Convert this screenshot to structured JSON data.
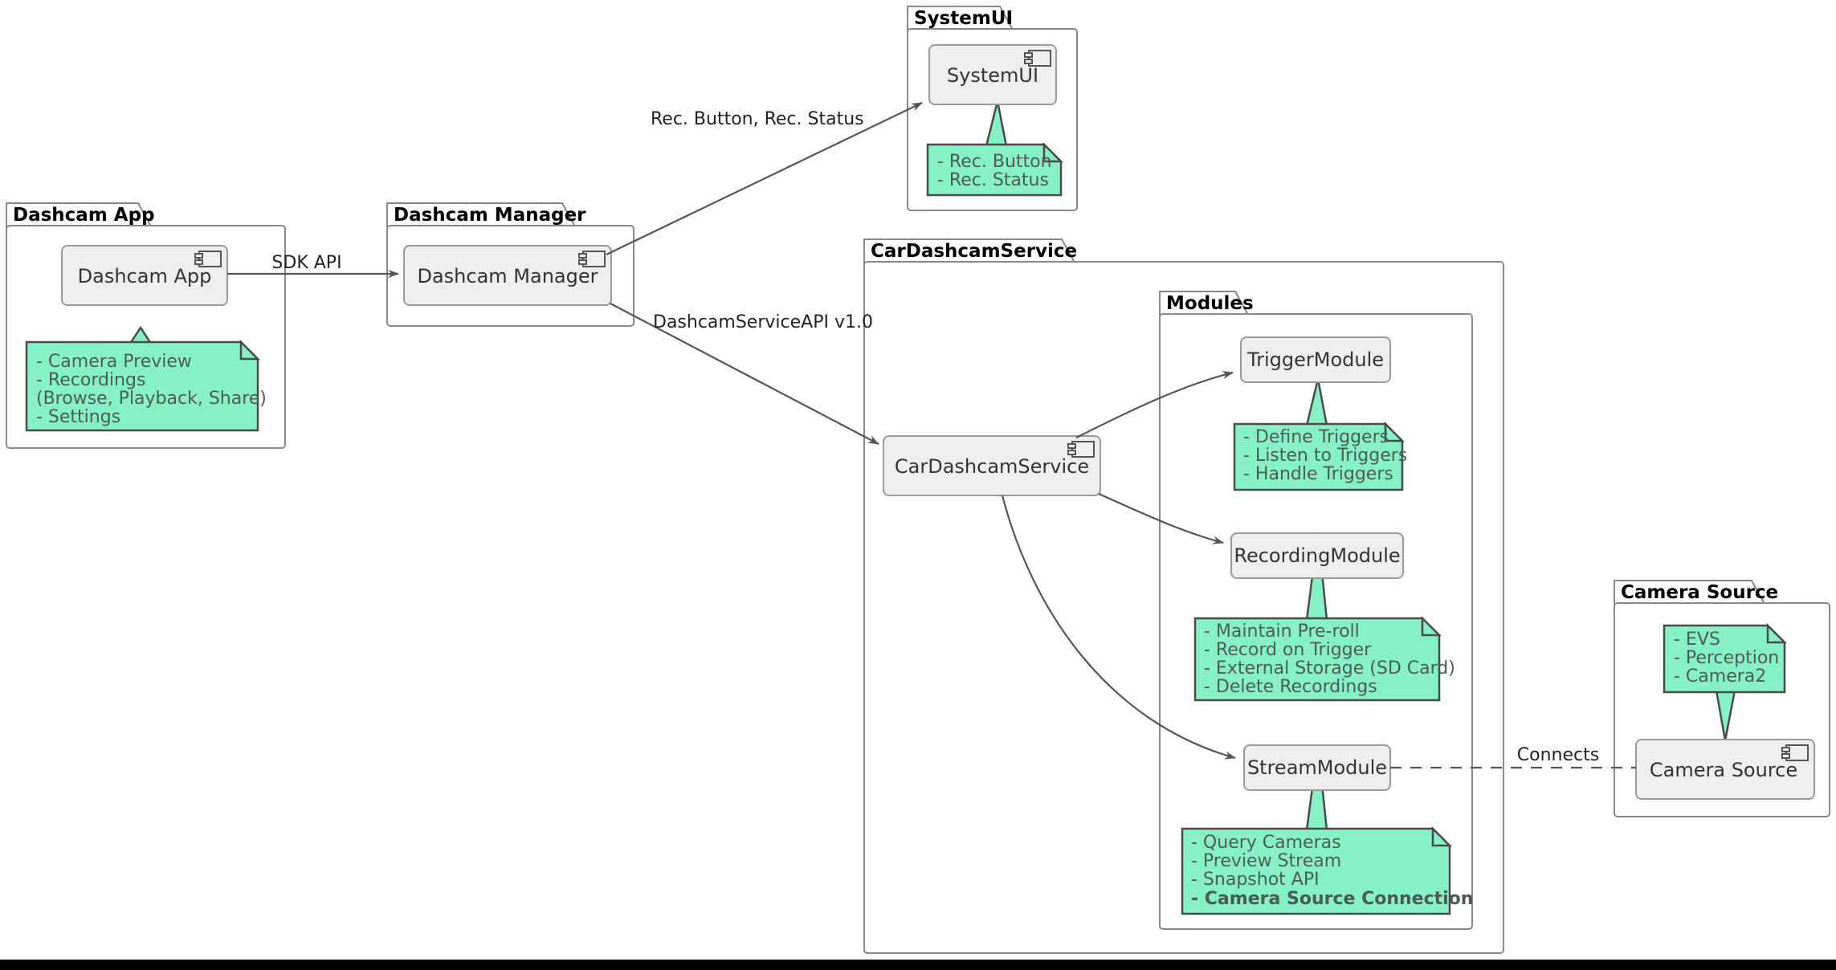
{
  "diagram": {
    "kind": "uml-component-diagram",
    "colors": {
      "note_fill": "#86F1C4",
      "note_border": "#4A4A4A",
      "component_fill": "#EEEEEE",
      "component_border": "#999999",
      "package_border": "#888888",
      "edge": "#555555",
      "note_text": "#4D5C56",
      "bottom_bar": "#000000"
    },
    "packages": [
      {
        "id": "dashcam-app",
        "title": "Dashcam App",
        "component": {
          "label": "Dashcam App",
          "icon": "component-icon"
        },
        "note": {
          "lines": [
            {
              "text": "- Camera Preview",
              "bold": false
            },
            {
              "text": "- Recordings",
              "bold": false
            },
            {
              "text": "  (Browse, Playback, Share)",
              "bold": false
            },
            {
              "text": "- Settings",
              "bold": false
            }
          ]
        }
      },
      {
        "id": "dashcam-manager",
        "title": "Dashcam Manager",
        "component": {
          "label": "Dashcam Manager",
          "icon": "component-icon"
        },
        "note": null
      },
      {
        "id": "systemui",
        "title": "SystemUI",
        "component": {
          "label": "SystemUI",
          "icon": "component-icon"
        },
        "note": {
          "lines": [
            {
              "text": "- Rec. Button",
              "bold": false
            },
            {
              "text": "- Rec. Status",
              "bold": false
            }
          ]
        }
      },
      {
        "id": "cardashcamservice",
        "title": "CarDashcamService",
        "component": {
          "label": "CarDashcamService",
          "icon": "component-icon"
        },
        "note": null,
        "nested_package": {
          "id": "modules",
          "title": "Modules",
          "components": [
            {
              "id": "trigger-module",
              "label": "TriggerModule",
              "note": {
                "lines": [
                  {
                    "text": "- Define Triggers",
                    "bold": false
                  },
                  {
                    "text": "- Listen to Triggers",
                    "bold": false
                  },
                  {
                    "text": "- Handle Triggers",
                    "bold": false
                  }
                ]
              }
            },
            {
              "id": "recording-module",
              "label": "RecordingModule",
              "note": {
                "lines": [
                  {
                    "text": "- Maintain Pre-roll",
                    "bold": false
                  },
                  {
                    "text": "- Record on Trigger",
                    "bold": false
                  },
                  {
                    "text": "- External Storage (SD Card)",
                    "bold": false
                  },
                  {
                    "text": "- Delete Recordings",
                    "bold": false
                  }
                ]
              }
            },
            {
              "id": "stream-module",
              "label": "StreamModule",
              "note": {
                "lines": [
                  {
                    "text": "- Query Cameras",
                    "bold": false
                  },
                  {
                    "text": "- Preview Stream",
                    "bold": false
                  },
                  {
                    "text": "- Snapshot API",
                    "bold": false
                  },
                  {
                    "text": "- Camera Source Connection",
                    "bold": true
                  }
                ]
              }
            }
          ]
        }
      },
      {
        "id": "camera-source",
        "title": "Camera Source",
        "component": {
          "label": "Camera Source",
          "icon": "component-icon"
        },
        "note": {
          "lines": [
            {
              "text": "- EVS",
              "bold": false
            },
            {
              "text": "- Perception",
              "bold": false
            },
            {
              "text": "- Camera2",
              "bold": false
            }
          ]
        }
      }
    ],
    "edges": [
      {
        "id": "sdk-api",
        "label": "SDK API",
        "from": "Dashcam App",
        "to": "Dashcam Manager",
        "style": "solid-arrow"
      },
      {
        "id": "rec-button-status",
        "label": "Rec. Button, Rec. Status",
        "from": "Dashcam Manager",
        "to": "SystemUI",
        "style": "solid-arrow"
      },
      {
        "id": "dashcam-service-api",
        "label": "DashcamServiceAPI v1.0",
        "from": "Dashcam Manager",
        "to": "CarDashcamService",
        "style": "solid-arrow"
      },
      {
        "id": "svc-trigger",
        "label": "",
        "from": "CarDashcamService",
        "to": "TriggerModule",
        "style": "solid-arrow"
      },
      {
        "id": "svc-recording",
        "label": "",
        "from": "CarDashcamService",
        "to": "RecordingModule",
        "style": "solid-arrow"
      },
      {
        "id": "svc-stream",
        "label": "",
        "from": "CarDashcamService",
        "to": "StreamModule",
        "style": "solid-arrow-curved"
      },
      {
        "id": "connects",
        "label": "Connects",
        "from": "StreamModule",
        "to": "Camera Source",
        "style": "dashed"
      }
    ]
  }
}
